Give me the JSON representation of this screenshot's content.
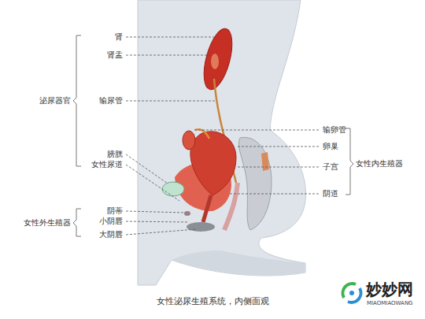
{
  "diagram": {
    "caption": "女性泌尿生殖系统，内侧面观",
    "labels": [
      "肾",
      "肾盂",
      "泌尿器官",
      "输尿管",
      "输卵管",
      "卵巢",
      "膀胱",
      "女性尿道",
      "子宫",
      "女性内生殖器",
      "阴道",
      "阴蒂",
      "女性外生殖器",
      "小阴唇",
      "大阴唇",
      "妙妙网",
      "MIAOMIAOWANG"
    ]
  }
}
